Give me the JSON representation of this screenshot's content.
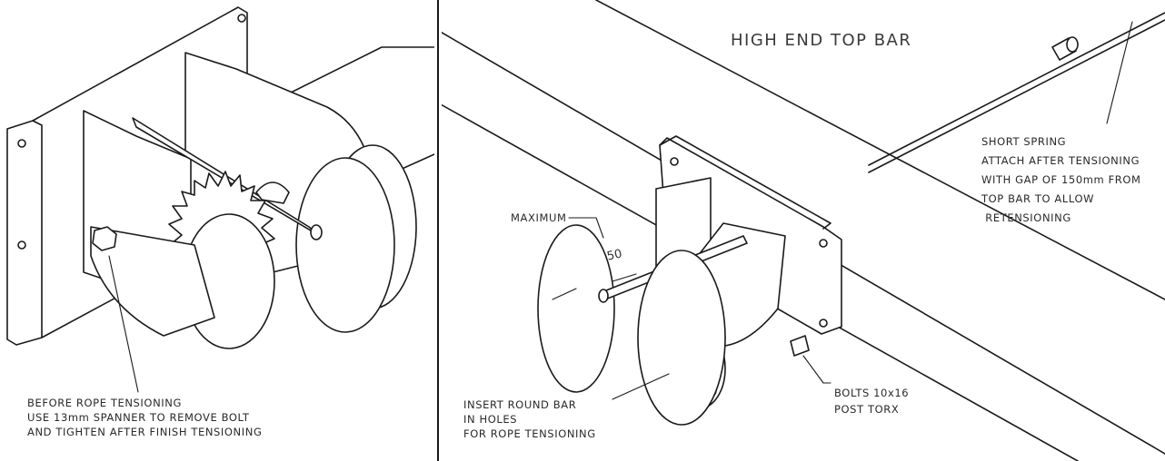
{
  "left_panel": {
    "note_lines": [
      "BEFORE ROPE TENSIONING",
      "USE 13mm SPANNER TO REMOVE BOLT",
      "AND TIGHTEN AFTER FINISH TENSIONING"
    ]
  },
  "right_panel": {
    "title": "HIGH END TOP BAR",
    "spring_note_lines": [
      "SHORT SPRING",
      "ATTACH AFTER TENSIONING",
      "WITH GAP OF 150mm FROM",
      "TOP BAR TO ALLOW",
      " RETENSIONING"
    ],
    "maximum_label": "MAXIMUM",
    "dimension_value": "50",
    "insert_note_lines": [
      "INSERT ROUND BAR",
      "IN HOLES",
      "FOR ROPE TENSIONING"
    ],
    "bolts_note_lines": [
      "BOLTS 10x16",
      "POST TORX"
    ]
  }
}
